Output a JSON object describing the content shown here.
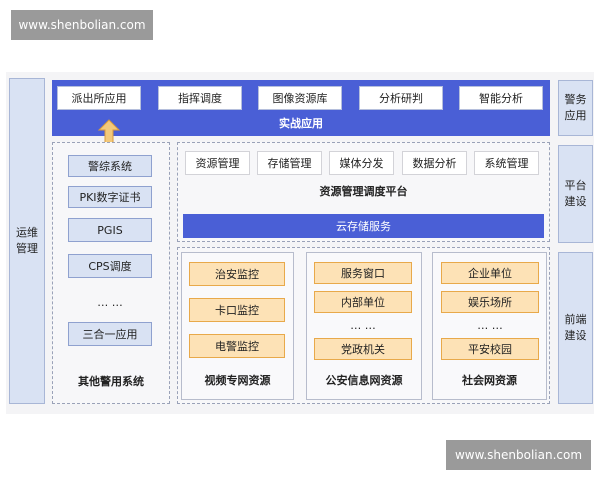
{
  "watermark": "www.shenbolian.com",
  "side_left": {
    "label_lines": [
      "运维",
      "管理"
    ]
  },
  "side_right": {
    "top": [
      "警务",
      "应用"
    ],
    "mid": [
      "平台",
      "建设"
    ],
    "bottom": [
      "前端",
      "建设"
    ]
  },
  "app_band": {
    "items": [
      "派出所应用",
      "指挥调度",
      "图像资源库",
      "分析研判",
      "智能分析"
    ],
    "title": "实战应用"
  },
  "police_systems": {
    "items": [
      "警综系统",
      "PKI数字证书",
      "PGIS",
      "CPS调度"
    ],
    "ellipsis": "… …",
    "last_item": "三合一应用",
    "title": "其他警用系统"
  },
  "platform": {
    "items": [
      "资源管理",
      "存储管理",
      "媒体分发",
      "数据分析",
      "系统管理"
    ],
    "title": "资源管理调度平台"
  },
  "cloud": {
    "label": "云存储服务"
  },
  "front": {
    "video": {
      "items": [
        "治安监控",
        "卡口监控",
        "电警监控"
      ],
      "title": "视频专网资源"
    },
    "police_net": {
      "items": [
        "服务窗口",
        "内部单位"
      ],
      "ellipsis": "… …",
      "last_item": "党政机关",
      "title": "公安信息网资源"
    },
    "social": {
      "items": [
        "企业单位",
        "娱乐场所"
      ],
      "ellipsis": "… …",
      "last_item": "平安校园",
      "title": "社会网资源"
    }
  },
  "colors": {
    "band_blue": "#4a5fd6",
    "lilac": "#d9e2f3",
    "orange_fill": "#fde2b6",
    "orange_border": "#e8a94a",
    "connector": "#f3c97a"
  }
}
